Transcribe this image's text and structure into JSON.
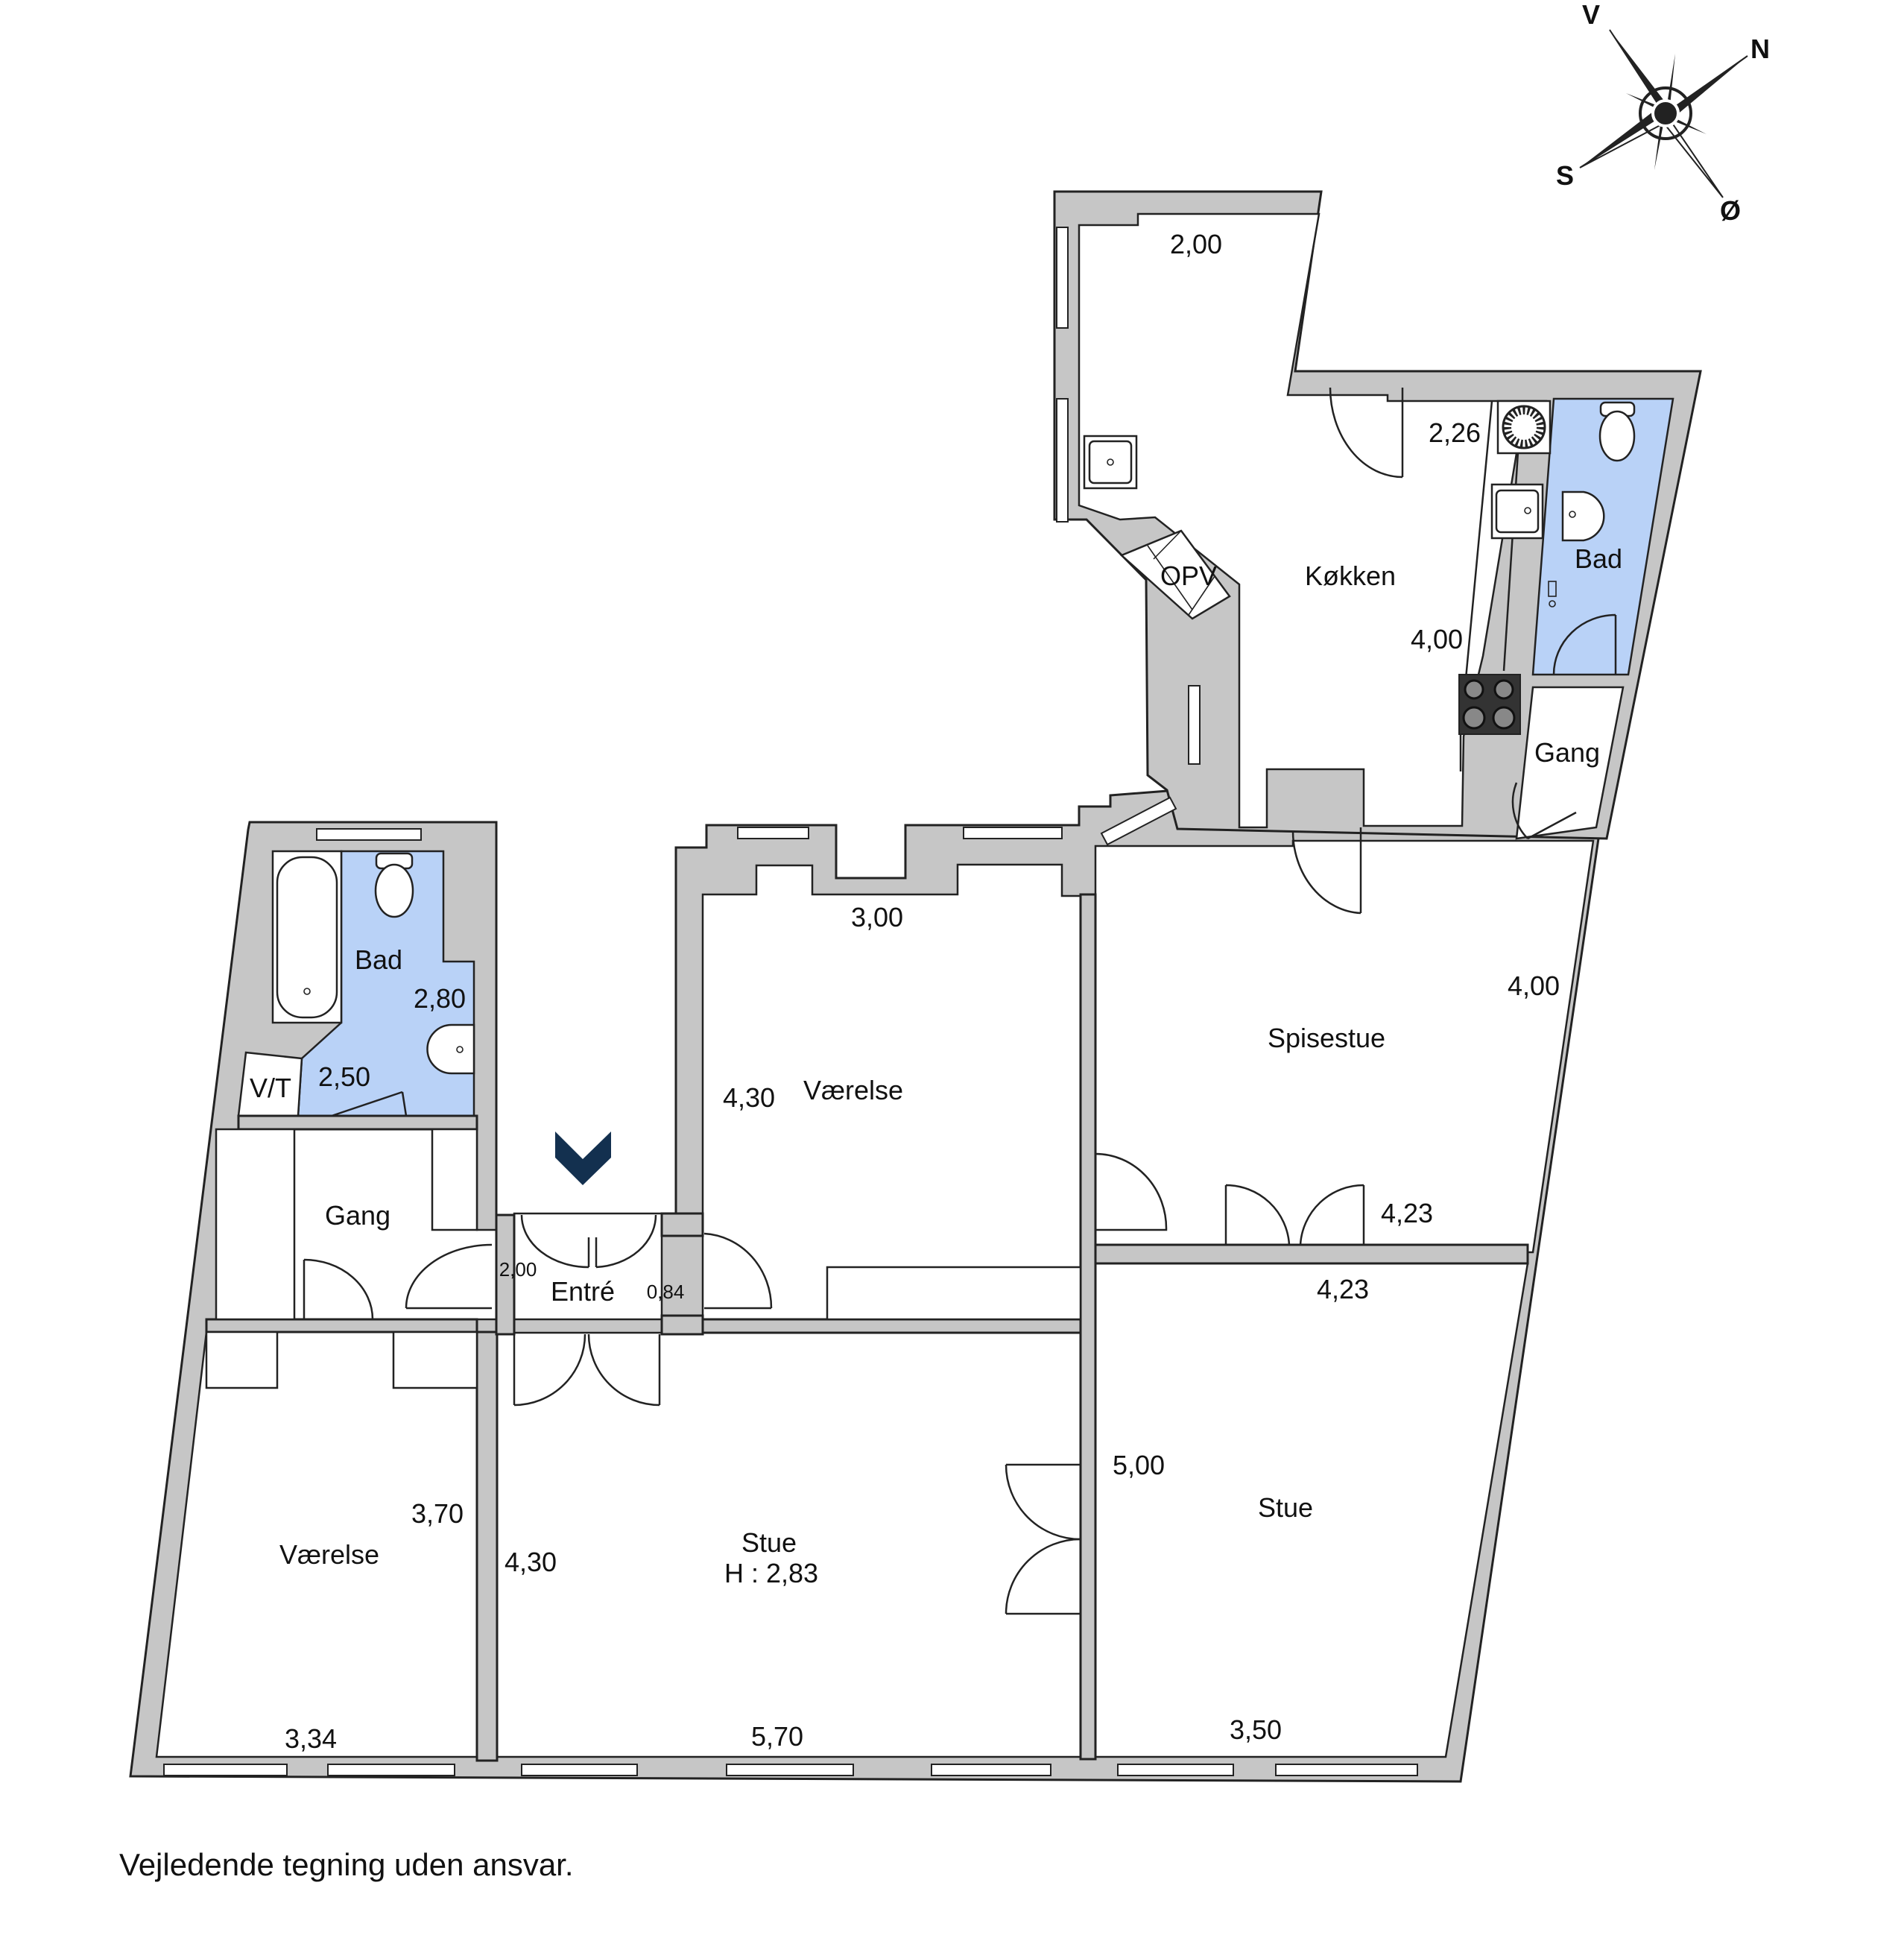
{
  "compass": {
    "north": "N",
    "south": "S",
    "east": "Ø",
    "west": "V"
  },
  "rooms": {
    "kitchen": {
      "name": "Køkken",
      "dim_top": "2,00",
      "dim_inner": "2,26",
      "dim_side": "4,00",
      "utility": "OPV"
    },
    "bath_small": {
      "name": "Bad"
    },
    "gang_right": {
      "name": "Gang"
    },
    "spisestue": {
      "name": "Spisestue",
      "dim_side": "4,00",
      "dim_bottom": "4,23"
    },
    "vaerelse_mid": {
      "name": "Værelse",
      "dim_top": "3,00",
      "dim_side": "4,30"
    },
    "bath_left": {
      "name": "Bad",
      "dim_a": "2,80",
      "dim_b": "2,50",
      "wc": "V/T"
    },
    "gang_left": {
      "name": "Gang"
    },
    "entre": {
      "name": "Entré",
      "dim_a": "2,00",
      "dim_b": "0,84"
    },
    "stue_right": {
      "name": "Stue",
      "dim_top": "4,23",
      "dim_side": "5,00",
      "dim_bottom": "3,50"
    },
    "stue_mid": {
      "name": "Stue",
      "height": "H : 2,83",
      "dim_side": "4,30",
      "dim_bottom": "5,70"
    },
    "vaerelse_left": {
      "name": "Værelse",
      "dim_side": "3,70",
      "dim_bottom": "3,34"
    }
  },
  "disclaimer": "Vejledende tegning uden ansvar.",
  "icons": [
    "compass-rose-icon",
    "entrance-arrow-icon",
    "stove-icon",
    "sink-icon",
    "toilet-icon",
    "bathtub-icon",
    "washbasin-icon",
    "fan-icon"
  ],
  "colors": {
    "wall": "#c6c6c6",
    "bath": "#b9d2f7",
    "entrance_marker": "#13304f",
    "line": "#222222"
  }
}
